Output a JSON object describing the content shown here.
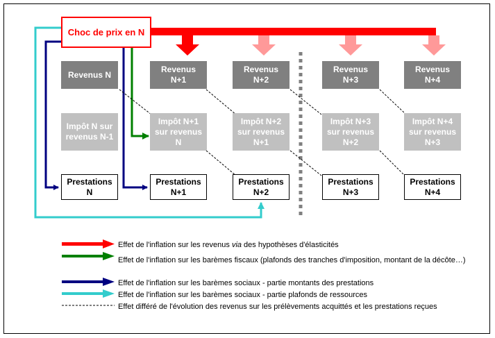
{
  "shock": {
    "label": "Choc de prix en N"
  },
  "revenus": [
    "Revenus N",
    "Revenus\nN+1",
    "Revenus\nN+2",
    "Revenus\nN+3",
    "Revenus\nN+4"
  ],
  "impots": [
    "Impôt N sur\nrevenus N-1",
    "Impôt N+1\nsur revenus\nN",
    "Impôt N+2\nsur revenus\nN+1",
    "Impôt N+3\nsur revenus\nN+2",
    "Impôt N+4\nsur revenus\nN+3"
  ],
  "prestations": [
    "Prestations\nN",
    "Prestations\nN+1",
    "Prestations\nN+2",
    "Prestations\nN+3",
    "Prestations\nN+4"
  ],
  "colors": {
    "red": "#ff0000",
    "pink": "#ff9999",
    "green": "#008000",
    "navy": "#000080",
    "cyan": "#33cccc",
    "grey_dark": "#808080",
    "grey_light": "#c0c0c0"
  },
  "legend": [
    {
      "color": "red",
      "text_before": "Effet de l'inflation sur les revenus ",
      "text_italic": "via",
      "text_after": " des hypothèses d'élasticités"
    },
    {
      "color": "green",
      "text_before": "Effet de l'inflation sur les barèmes fiscaux (plafonds des tranches d'imposition, montant de la décôte…)",
      "text_italic": "",
      "text_after": ""
    },
    {
      "color": "navy",
      "text_before": "Effet de l'inflation sur les barèmes sociaux - partie montants des prestations",
      "text_italic": "",
      "text_after": ""
    },
    {
      "color": "cyan",
      "text_before": "Effet de l'inflation sur les barèmes sociaux - partie plafonds de ressources",
      "text_italic": "",
      "text_after": ""
    },
    {
      "color": "dashed",
      "text_before": "Effet différé de l'évolution des revenus sur les prélèvements acquittés et les prestations reçues",
      "text_italic": "",
      "text_after": ""
    }
  ]
}
